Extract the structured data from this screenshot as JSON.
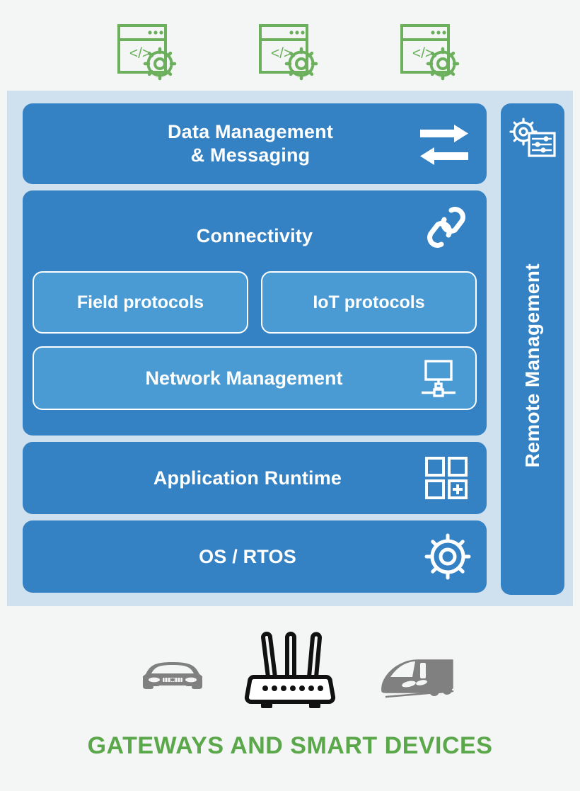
{
  "colors": {
    "page_background": "#f4f5f5",
    "panel_background": "#cfe0ef",
    "layer_blue": "#3482c4",
    "sub_layer_blue": "#4a9bd4",
    "icon_green": "#6cb05e",
    "caption_green": "#5aa84a",
    "device_gray": "#808080",
    "device_black": "#111111",
    "text_white": "#ffffff"
  },
  "top_icons": [
    {
      "name": "code-window-gear-icon",
      "glyph": "</>"
    },
    {
      "name": "code-window-gear-icon",
      "glyph": "</>"
    },
    {
      "name": "code-window-gear-icon",
      "glyph": "</>"
    }
  ],
  "stack": {
    "layers": [
      {
        "id": "data-management",
        "title": "Data Management\n& Messaging",
        "icon": "bidirectional-arrows-icon"
      },
      {
        "id": "connectivity",
        "title": "Connectivity",
        "icon": "chain-link-icon",
        "protocols": [
          {
            "id": "field-protocols",
            "label": "Field protocols"
          },
          {
            "id": "iot-protocols",
            "label": "IoT protocols"
          }
        ],
        "network_management": {
          "id": "network-management",
          "label": "Network Management",
          "icon": "network-monitor-icon"
        }
      },
      {
        "id": "application-runtime",
        "title": "Application Runtime",
        "icon": "app-grid-plus-icon"
      },
      {
        "id": "os-rtos",
        "title": "OS / RTOS",
        "icon": "gear-icon"
      }
    ],
    "sidebar": {
      "id": "remote-management",
      "label": "Remote Management",
      "icon": "gear-sliders-panel-icon"
    }
  },
  "devices": [
    {
      "id": "car",
      "icon": "car-icon"
    },
    {
      "id": "router",
      "icon": "router-icon",
      "antennas": 3,
      "leds": 7
    },
    {
      "id": "train",
      "icon": "train-icon"
    }
  ],
  "caption": {
    "text": "GATEWAYS AND SMART DEVICES"
  }
}
